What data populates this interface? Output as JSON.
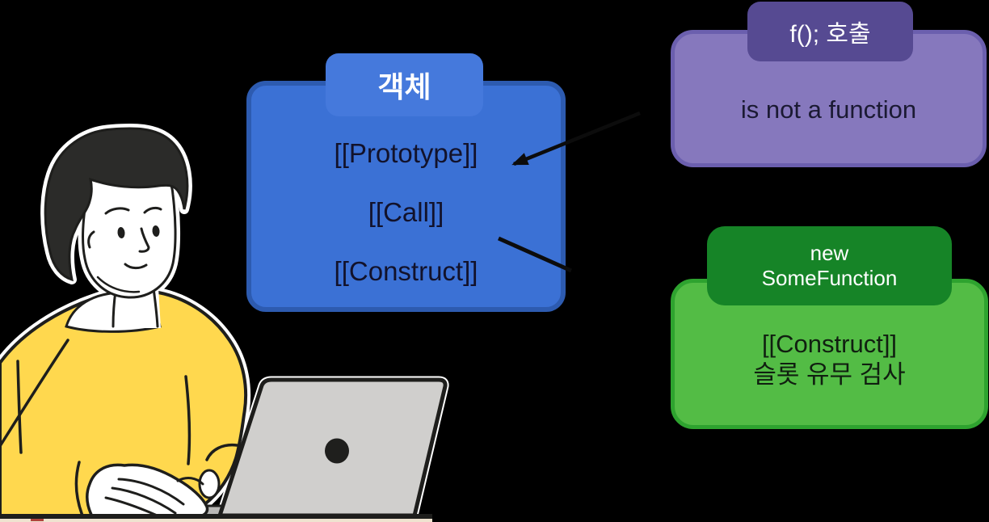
{
  "diagram": {
    "object_box": {
      "tab_label": "객체",
      "slots": [
        "[[Prototype]]",
        "[[Call]]",
        "[[Construct]]"
      ]
    },
    "call_box": {
      "tab_label": "f(); 호출",
      "body_text": "is not a function"
    },
    "new_box": {
      "tab_label_line1": "new",
      "tab_label_line2": "SomeFunction",
      "body_line1": "[[Construct]]",
      "body_line2": "슬롯 유무 검사"
    }
  },
  "illustration": {
    "description": "person in yellow sweater working on a laptop"
  },
  "colors": {
    "background": "#000000",
    "object_box_fill": "#3b71d5",
    "object_box_border": "#2d5bb0",
    "object_tab_fill": "#4579dc",
    "call_box_fill": "#8678bd",
    "call_box_border": "#6b5fae",
    "call_tab_fill": "#564a92",
    "new_box_fill": "#53bc45",
    "new_box_border": "#2ea32f",
    "new_tab_fill": "#168427",
    "sweater_yellow": "#ffd84e",
    "laptop_gray": "#d0cfcd",
    "hair_dark": "#2b2b29",
    "arrow_black": "#0c0c0c"
  }
}
